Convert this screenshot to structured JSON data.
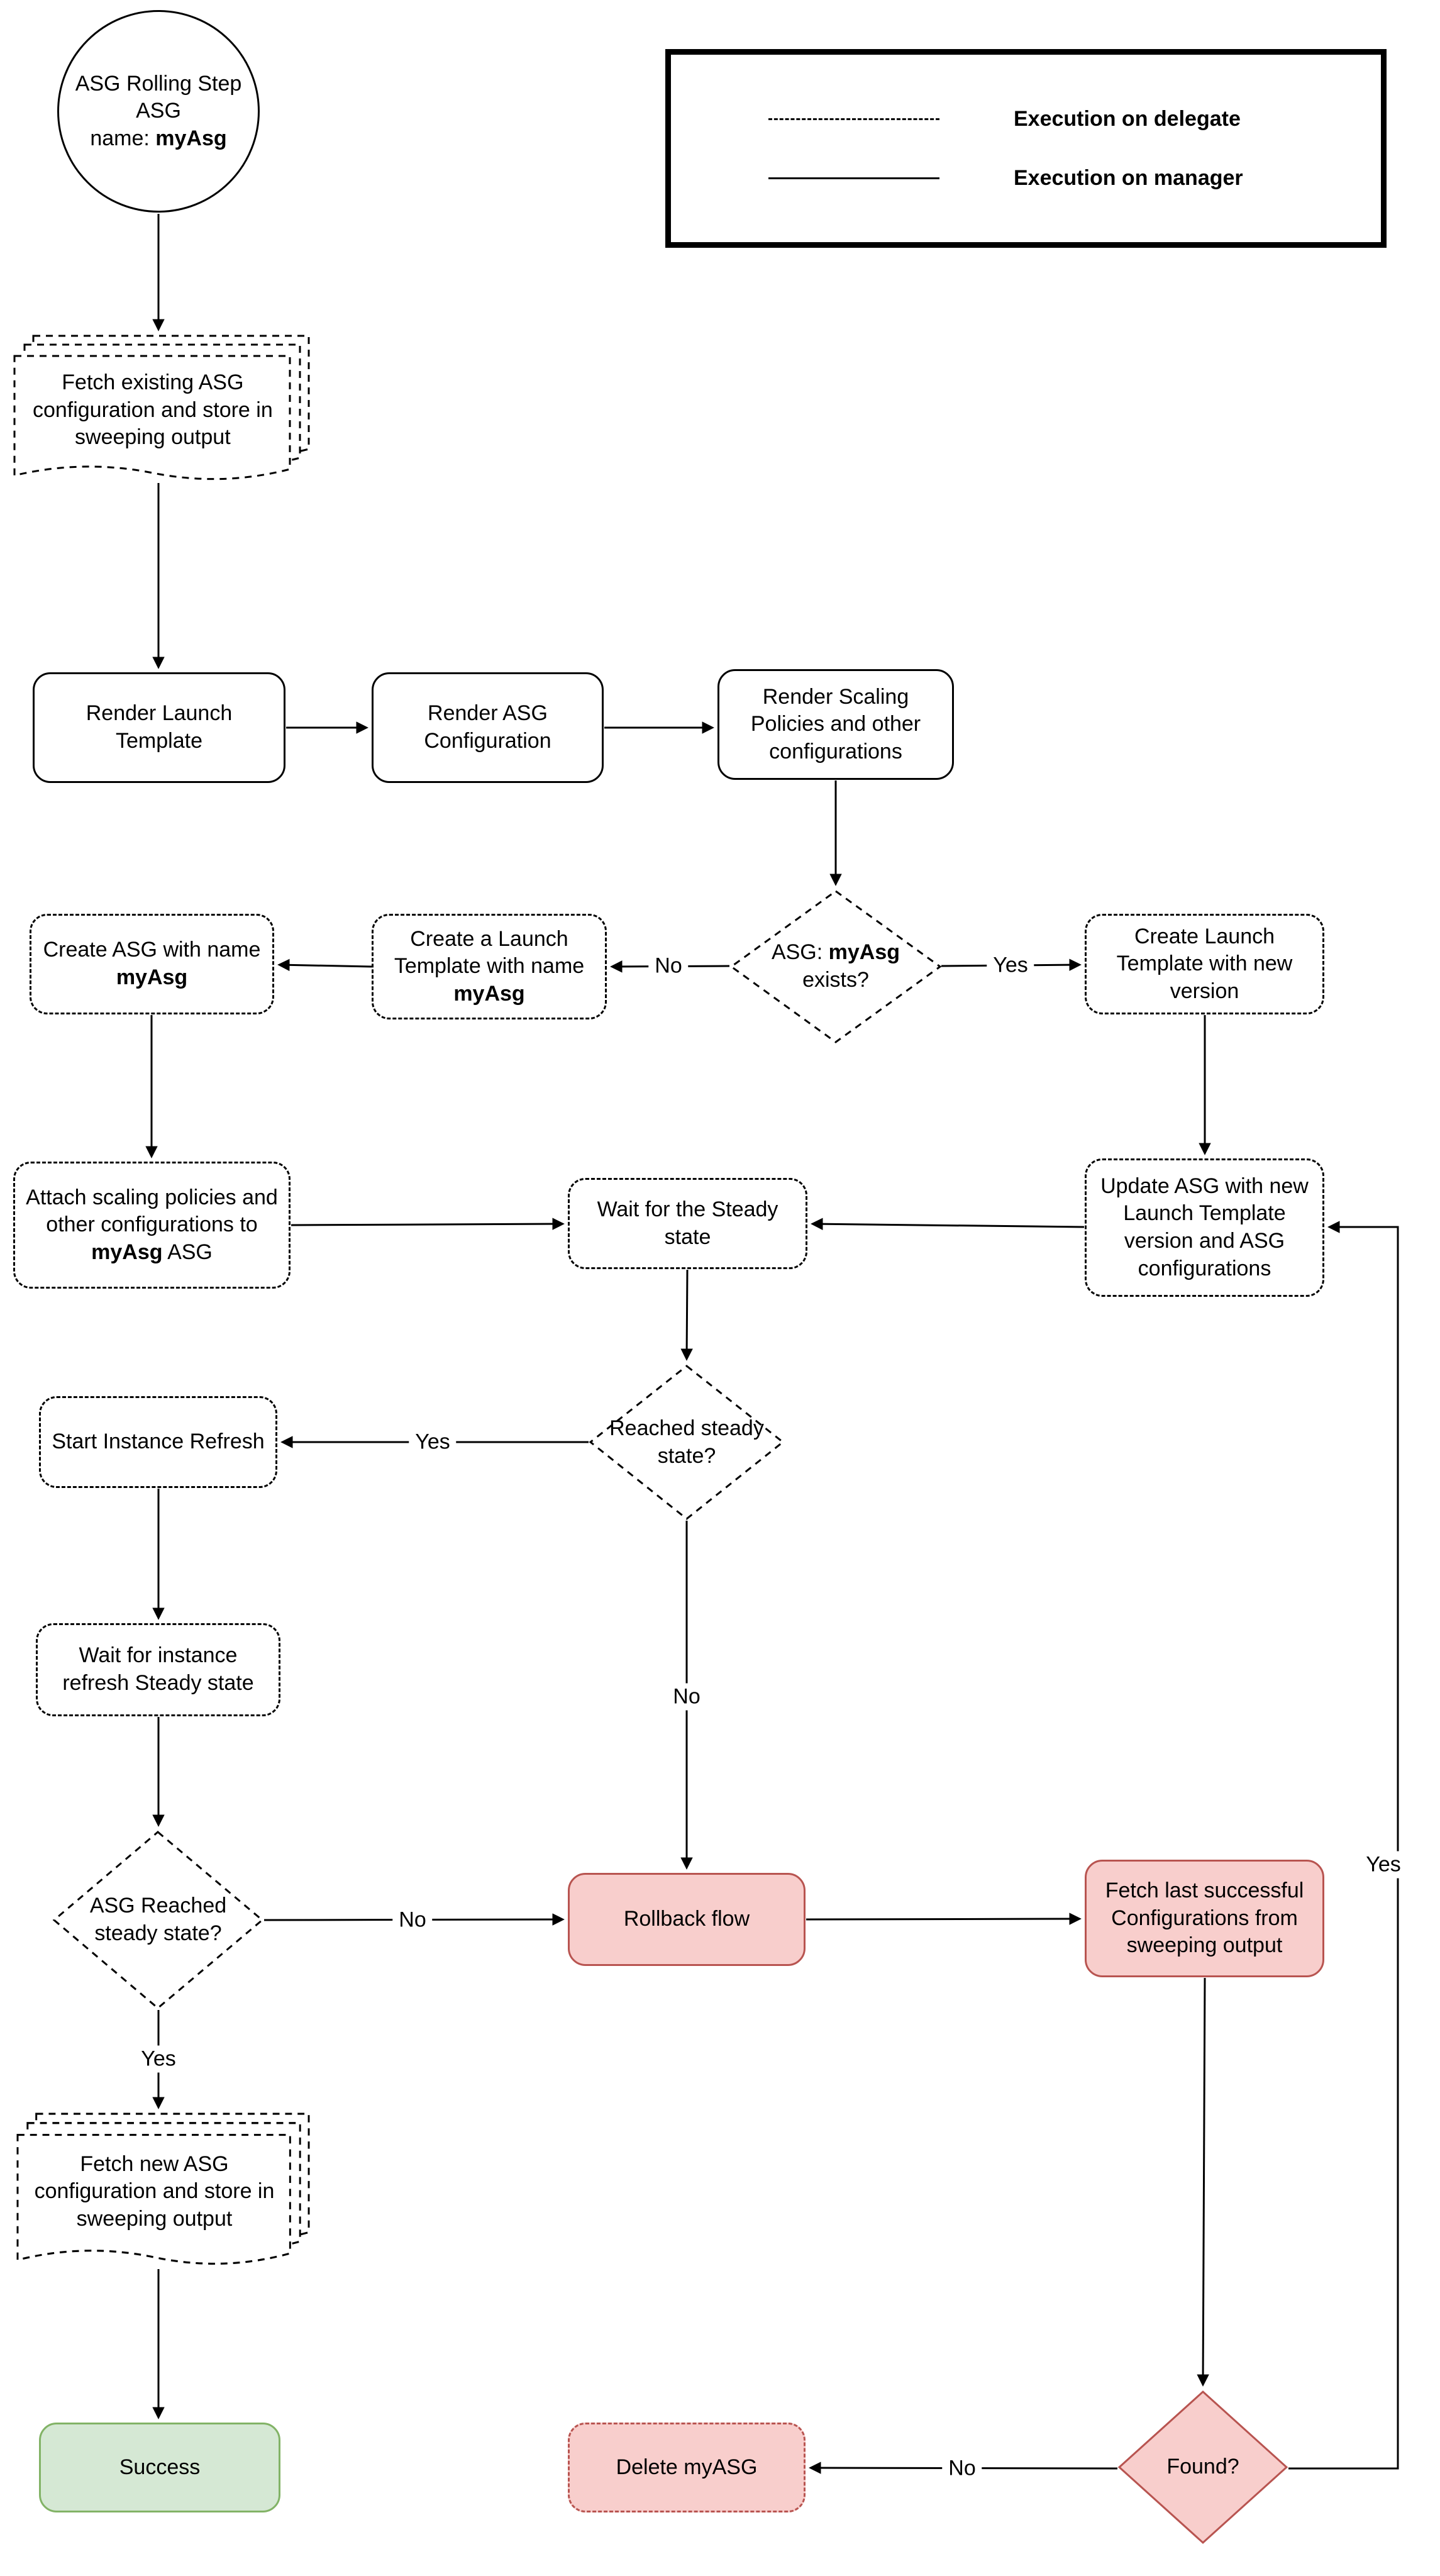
{
  "colors": {
    "pink_fill": "#f8cecc",
    "pink_stroke": "#b85450",
    "green_fill": "#d5e8d4",
    "green_stroke": "#82b366",
    "line": "#000000"
  },
  "legend": {
    "delegate_label": "Execution on delegate",
    "manager_label": "Execution on manager"
  },
  "nodes": {
    "start": {
      "line1": "ASG Rolling Step",
      "line2": "ASG",
      "line3_prefix": "name: ",
      "line3_bold": "myAsg"
    },
    "fetch_existing": {
      "label": "Fetch existing ASG configuration and store in sweeping output"
    },
    "render_launch_template": {
      "label": "Render Launch Template"
    },
    "render_asg_config": {
      "label": "Render ASG Configuration"
    },
    "render_scaling": {
      "label": "Render Scaling Policies and other configurations"
    },
    "asg_exists": {
      "prefix": "ASG: ",
      "bold": "myAsg",
      "suffix": " exists?"
    },
    "create_launch_template_named": {
      "prefix": "Create a Launch Template with name ",
      "bold": "myAsg"
    },
    "create_asg": {
      "prefix": "Create ASG with name ",
      "bold": "myAsg"
    },
    "create_launch_template_new": {
      "label": "Create Launch Template with new version"
    },
    "attach_scaling": {
      "prefix": "Attach scaling policies and other configurations to ",
      "bold": "myAsg",
      "suffix": " ASG"
    },
    "wait_steady": {
      "label": "Wait for the Steady state"
    },
    "update_asg": {
      "label": "Update ASG with new Launch Template version and ASG configurations"
    },
    "reached_steady": {
      "label": "Reached steady state?"
    },
    "start_instance_refresh": {
      "label": "Start Instance Refresh"
    },
    "wait_instance_refresh": {
      "label": "Wait for instance refresh Steady state"
    },
    "asg_reached_steady": {
      "label": "ASG Reached steady state?"
    },
    "rollback": {
      "label": "Rollback flow"
    },
    "fetch_last_successful": {
      "label": "Fetch last successful Configurations from sweeping output"
    },
    "fetch_new": {
      "label": "Fetch new ASG configuration and store in sweeping output"
    },
    "success": {
      "label": "Success"
    },
    "delete_myasg": {
      "label": "Delete myASG"
    },
    "found": {
      "label": "Found?"
    }
  },
  "edge_labels": {
    "asg_exists_no": "No",
    "asg_exists_yes": "Yes",
    "reached_steady_yes": "Yes",
    "reached_steady_no": "No",
    "asg_reached_no": "No",
    "asg_reached_yes": "Yes",
    "found_no": "No",
    "found_yes": "Yes"
  }
}
